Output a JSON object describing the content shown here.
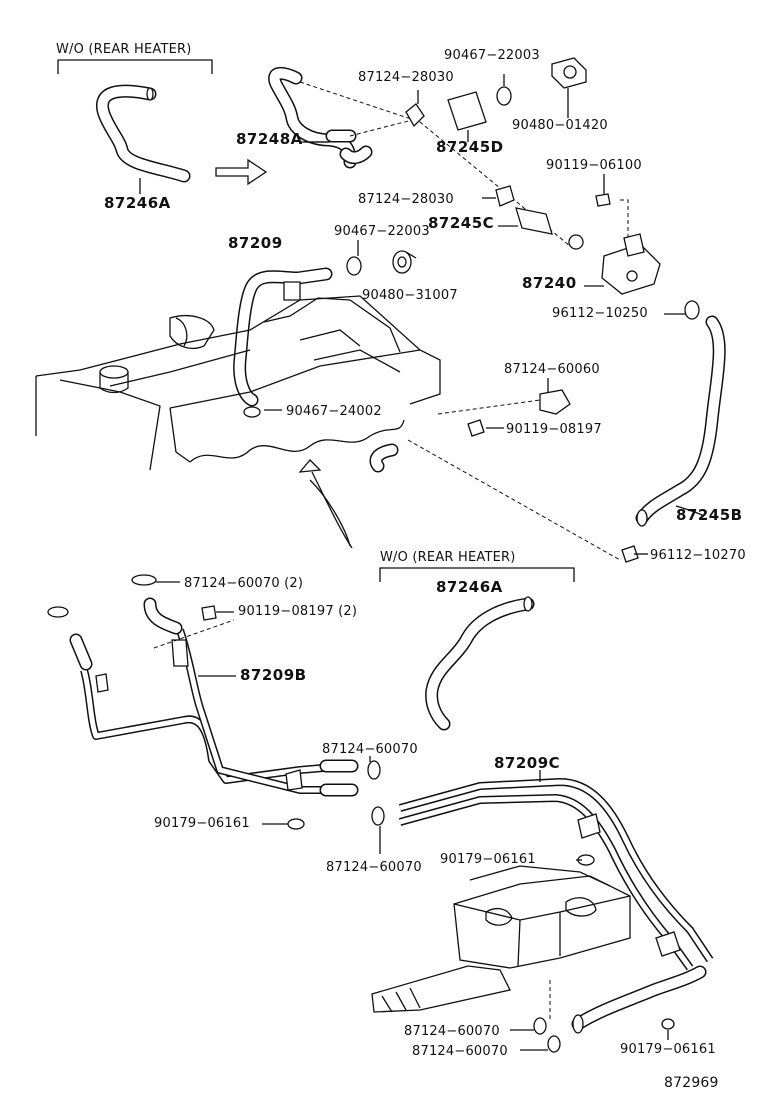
{
  "labels": {
    "wo_rear_heater_top": "W/O (REAR  HEATER)",
    "wo_rear_heater_mid": "W/O (REAR  HEATER)",
    "p87246A_top": "87246A",
    "p87246A_mid": "87246A",
    "p87248A": "87248A",
    "p87124_28030_a": "87124−28030",
    "p87124_28030_b": "87124−28030",
    "p90467_22003_a": "90467−22003",
    "p90467_22003_b": "90467−22003",
    "p90480_01420": "90480−01420",
    "p87245D": "87245D",
    "p90119_06100": "90119−06100",
    "p87245C": "87245C",
    "p87209": "87209",
    "p90480_31007": "90480−31007",
    "p87240": "87240",
    "p96112_10250": "96112−10250",
    "p87124_60060": "87124−60060",
    "p90467_24002": "90467−24002",
    "p90119_08197": "90119−08197",
    "p87245B": "87245B",
    "p96112_10270": "96112−10270",
    "p87124_60070_2": "87124−60070 (2)",
    "p90119_08197_2": "90119−08197 (2)",
    "p87209B": "87209B",
    "p87124_60070_a": "87124−60070",
    "p87209C": "87209C",
    "p90179_06161_a": "90179−06161",
    "p87124_60070_b": "87124−60070",
    "p90179_06161_b": "90179−06161",
    "p87124_60070_c": "87124−60070",
    "p87124_60070_d": "87124−60070",
    "p90179_06161_c": "90179−06161",
    "diagram_id": "872969"
  }
}
